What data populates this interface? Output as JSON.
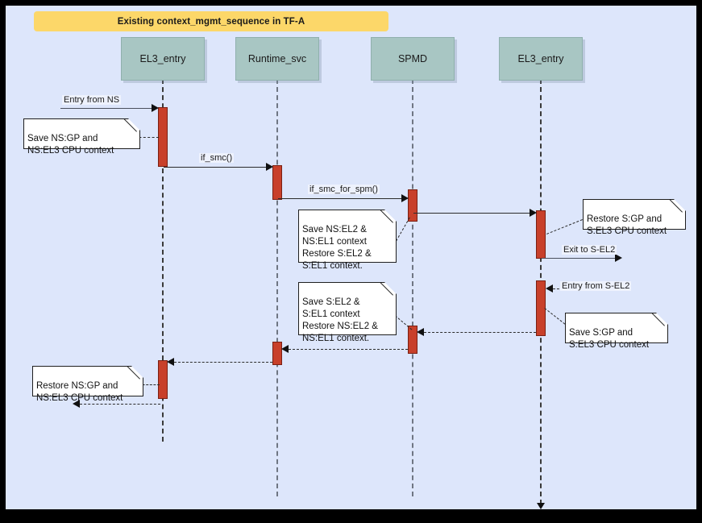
{
  "diagram": {
    "type": "uml-sequence-diagram",
    "title": "Existing context_mgmt_sequence in TF-A",
    "background_color": "#dde6fb",
    "frame_color": "#000000",
    "title_banner_color": "#fcd769",
    "participant_color": "#a8c6c3",
    "activation_color": "#c8402a",
    "participants": [
      {
        "id": "p1",
        "label": "EL3_entry"
      },
      {
        "id": "p2",
        "label": "Runtime_svc"
      },
      {
        "id": "p3",
        "label": "SPMD"
      },
      {
        "id": "p4",
        "label": "EL3_entry"
      }
    ],
    "messages": [
      {
        "id": "m1",
        "label": "Entry from NS",
        "from": "external",
        "to": "p1",
        "style": "solid",
        "direction": "right"
      },
      {
        "id": "m2",
        "label": "if_smc()",
        "from": "p1",
        "to": "p2",
        "style": "solid",
        "direction": "right"
      },
      {
        "id": "m3",
        "label": "if_smc_for_spm()",
        "from": "p2",
        "to": "p3",
        "style": "solid",
        "direction": "right"
      },
      {
        "id": "m4",
        "label": "",
        "from": "p3",
        "to": "p4",
        "style": "solid",
        "direction": "right"
      },
      {
        "id": "m5",
        "label": "Exit to S-EL2",
        "from": "p4",
        "to": "external",
        "style": "solid",
        "direction": "right"
      },
      {
        "id": "m6",
        "label": "Entry from S-EL2",
        "from": "external",
        "to": "p4",
        "style": "dashed",
        "direction": "left"
      },
      {
        "id": "m7",
        "label": "",
        "from": "p4",
        "to": "p3",
        "style": "dashed",
        "direction": "left"
      },
      {
        "id": "m8",
        "label": "",
        "from": "p3",
        "to": "p2",
        "style": "dashed",
        "direction": "left"
      },
      {
        "id": "m9",
        "label": "",
        "from": "p2",
        "to": "p1",
        "style": "dashed",
        "direction": "left"
      },
      {
        "id": "m10",
        "label": "",
        "from": "p1",
        "to": "external",
        "style": "dashed",
        "direction": "left"
      }
    ],
    "notes": [
      {
        "id": "n1",
        "text": "Save NS:GP and\nNS:EL3 CPU context",
        "attached_to": "p1"
      },
      {
        "id": "n2",
        "text": "Save NS:EL2 &\nNS:EL1 context\nRestore S:EL2 &\nS:EL1 context.",
        "attached_to": "p3"
      },
      {
        "id": "n3",
        "text": "Restore S:GP and\nS:EL3 CPU context",
        "attached_to": "p4"
      },
      {
        "id": "n4",
        "text": "Save S:EL2 &\nS:EL1 context\nRestore NS:EL2 &\nNS:EL1 context.",
        "attached_to": "p3"
      },
      {
        "id": "n5",
        "text": "Save S:GP and\nS:EL3 CPU context",
        "attached_to": "p4"
      },
      {
        "id": "n6",
        "text": "Restore NS:GP and\nNS:EL3 CPU context",
        "attached_to": "p1"
      }
    ]
  }
}
